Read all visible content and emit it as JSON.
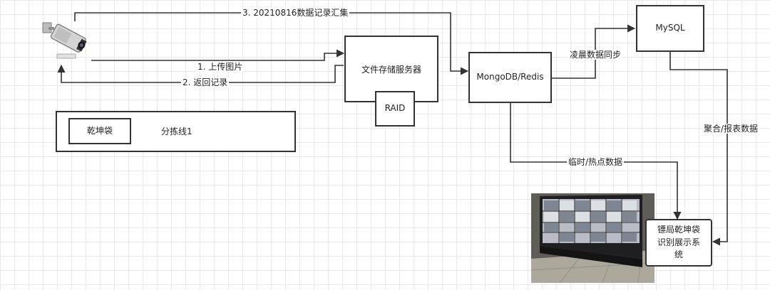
{
  "nodes": {
    "file_server": "文件存储服务器",
    "raid": "RAID",
    "mongo_redis": "MongoDB/Redis",
    "mysql": "MySQL",
    "display_system": "镖局乾坤袋识别展示系统",
    "legend_box": "乾坤袋",
    "legend_line": "分拣线1"
  },
  "edges": {
    "collect": "3. 20210816数据记录汇集",
    "upload": "1. 上传图片",
    "return_record": "2. 返回记录",
    "dawn_sync": "凌晨数据同步",
    "aggregate": "聚合/报表数据",
    "hot_data": "临时/热点数据"
  },
  "icons": {
    "camera": "security-camera-icon",
    "video_wall": "video-wall-photo"
  },
  "colors": {
    "line": "#333333",
    "grid": "#e9e9e9",
    "box_border": "#333333"
  }
}
